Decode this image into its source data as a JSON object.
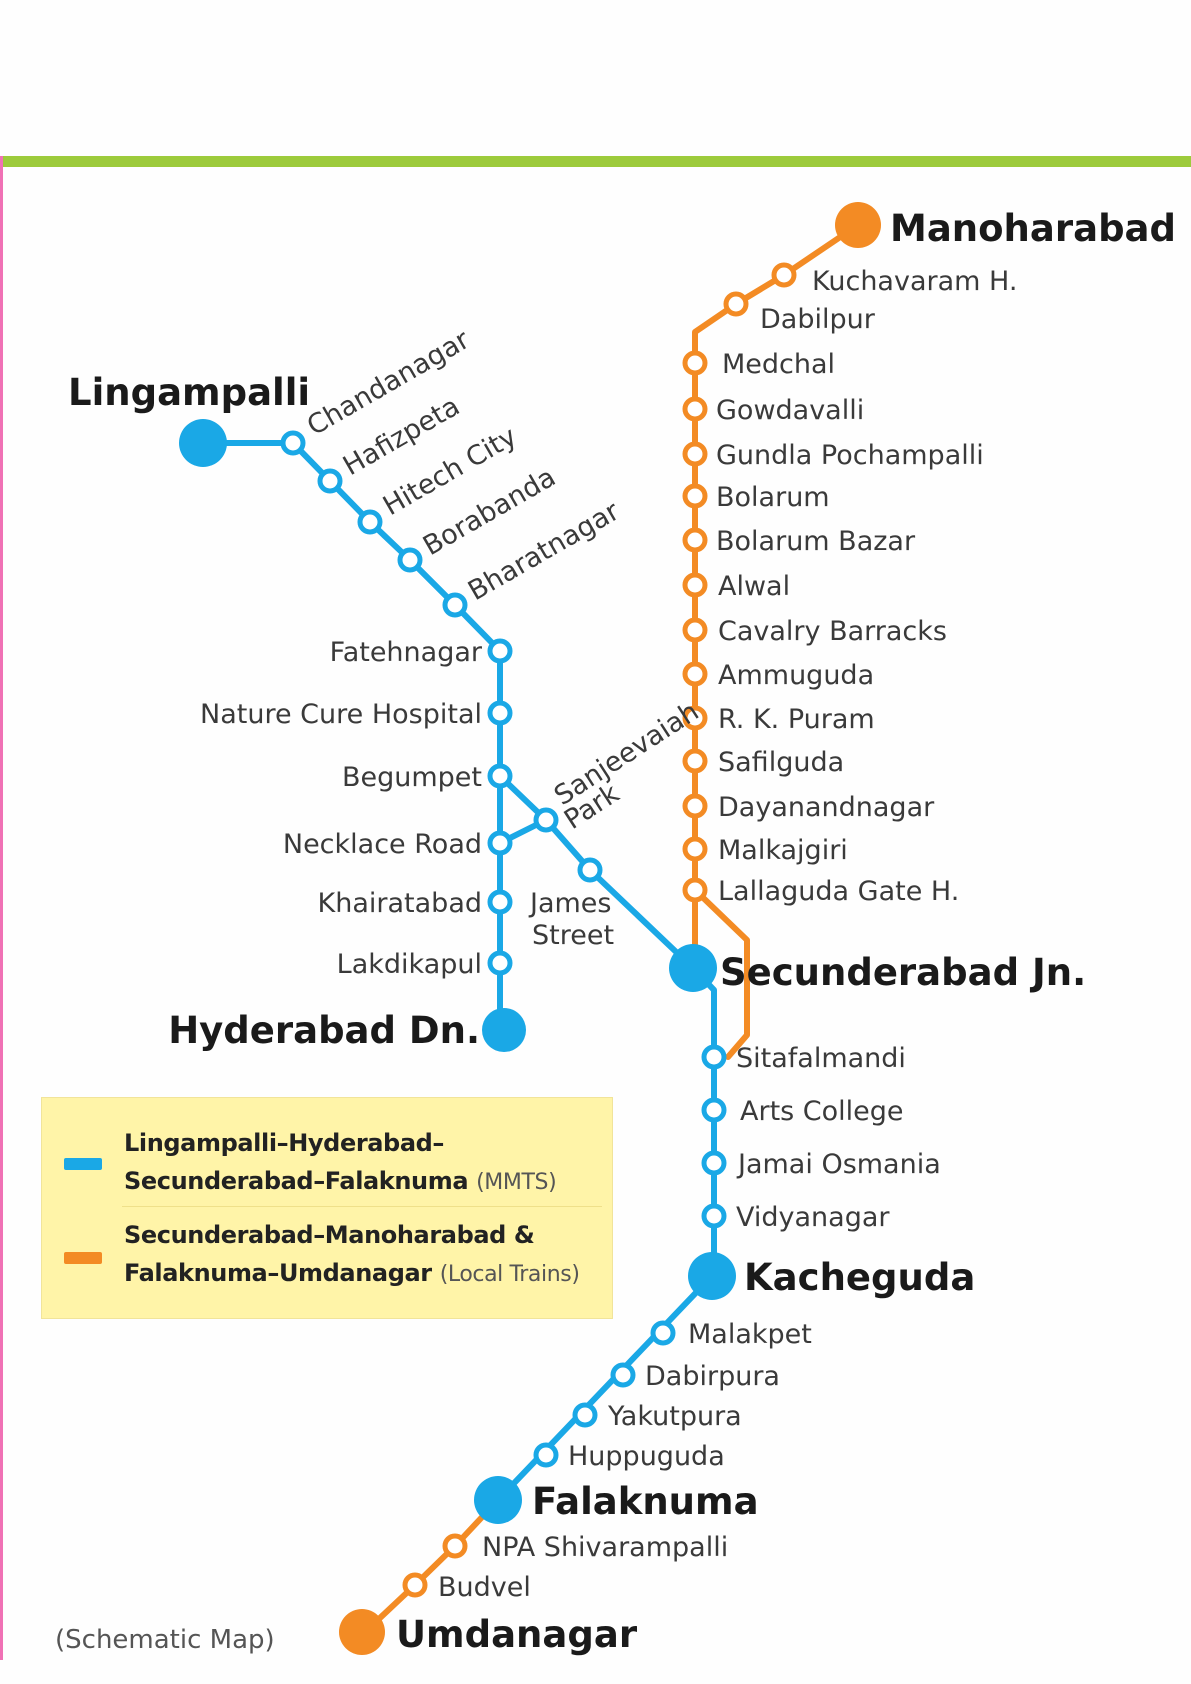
{
  "colors": {
    "mmts_blue": "#1aa8e6",
    "local_orange": "#f38b24",
    "top_bar_green": "#9dcb3c",
    "left_border_pink": "#f071b5",
    "legend_bg": "#fff4a8"
  },
  "legend": {
    "mmts": {
      "line1": "Lingampalli–Hyderabad–",
      "line2": "Secunderabad–Falaknuma",
      "note": "(MMTS)"
    },
    "local": {
      "line1": "Secunderabad–Manoharabad &",
      "line2": "Falaknuma–Umdanagar",
      "note": "(Local Trains)"
    }
  },
  "footer_note": "(Schematic Map)",
  "terminals": {
    "lingampalli": "Lingampalli",
    "hyderabad": "Hyderabad Dn.",
    "secunderabad": "Secunderabad Jn.",
    "kacheguda": "Kacheguda",
    "falaknuma": "Falaknuma",
    "manoharabad": "Manoharabad",
    "umdanagar": "Umdanagar"
  },
  "stations": {
    "lingampalli_branch": [
      "Chandanagar",
      "Hafizpeta",
      "Hitech City",
      "Borabanda",
      "Bharatnagar"
    ],
    "hyderabad_branch": [
      "Fatehnagar",
      "Nature Cure Hospital",
      "Begumpet",
      "Necklace Road",
      "Khairatabad",
      "Lakdikapul"
    ],
    "secunderabad_link": [
      "Sanjeevaiah",
      "Park",
      "James",
      "Street"
    ],
    "manoharabad_line": [
      "Kuchavaram H.",
      "Dabilpur",
      "Medchal",
      "Gowdavalli",
      "Gundla Pochampalli",
      "Bolarum",
      "Bolarum Bazar",
      "Alwal",
      "Cavalry Barracks",
      "Ammuguda",
      "R. K. Puram",
      "Safilguda",
      "Dayanandnagar",
      "Malkajgiri",
      "Lallaguda Gate H."
    ],
    "kacheguda_line": [
      "Sitafalmandi",
      "Arts College",
      "Jamai Osmania",
      "Vidyanagar"
    ],
    "falaknuma_line": [
      "Malakpet",
      "Dabirpura",
      "Yakutpura",
      "Huppuguda"
    ],
    "umdanagar_line": [
      "NPA Shivarampalli",
      "Budvel"
    ]
  }
}
